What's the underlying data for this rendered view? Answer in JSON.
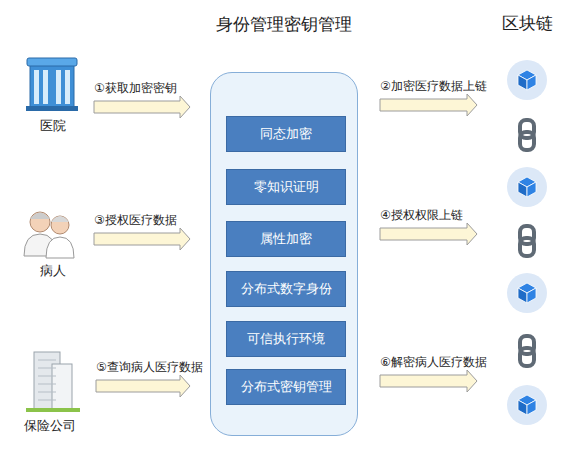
{
  "diagram": {
    "nodes": [
      {
        "text": [
          "身份管理密钥管理"
        ]
      },
      {
        "text": [
          "区块链"
        ]
      },
      {
        "text": [
          "医院"
        ]
      },
      {
        "text": [
          "同态加密"
        ],
        "in": 0
      },
      {
        "text": [
          "零知识证明"
        ],
        "in": 0
      },
      {
        "text": [
          "属性加密"
        ],
        "in": 0
      },
      {
        "text": [
          "分布式数字身份"
        ],
        "in": 0
      },
      {
        "text": [
          "可信执行环境"
        ],
        "in": 0
      },
      {
        "text": [
          "分布式密钥管理"
        ],
        "in": 0
      },
      {
        "text": [
          "病人"
        ]
      },
      {
        "text": [
          "保险公司"
        ]
      }
    ],
    "edges": [
      {
        "from": 2,
        "to": 0,
        "label": "①获取加密密钥",
        "arrow": "to"
      },
      {
        "from": 0,
        "to": 1,
        "label": "②加密医疗数据上链",
        "arrow": "to"
      },
      {
        "from": 9,
        "to": 0,
        "label": "③授权医疗数据",
        "arrow": "to"
      },
      {
        "from": 0,
        "to": 1,
        "label": "④授权权限上链",
        "arrow": "to"
      },
      {
        "from": 10,
        "to": 0,
        "label": "⑤查询病人医疗数据",
        "arrow": "to"
      },
      {
        "from": 0,
        "to": 1,
        "label": "⑥解密病人医疗数据",
        "arrow": "to"
      }
    ]
  }
}
